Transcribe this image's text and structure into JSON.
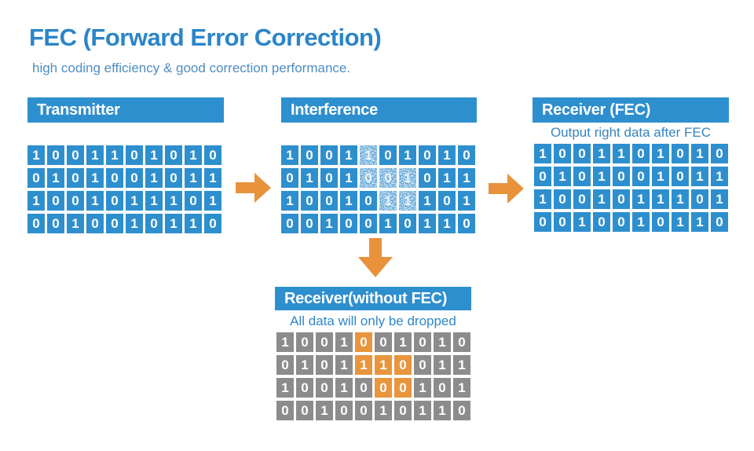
{
  "page": {
    "title": "FEC (Forward Error Correction)",
    "subtitle": "high coding efficiency & good correction performance."
  },
  "colors": {
    "blue": "#2e8fce",
    "title_blue": "#2a85c8",
    "subtitle_blue": "#4e8ec3",
    "gray": "#8c8c8c",
    "orange": "#e8923c",
    "white": "#ffffff"
  },
  "icons": {
    "arrow_right_1": "arrow-right-icon",
    "arrow_right_2": "arrow-right-icon",
    "arrow_down": "arrow-down-icon",
    "noise": "noise-texture"
  },
  "panels": {
    "transmitter": {
      "header": "Transmitter",
      "rows": [
        "1001101010",
        "0101001011",
        "1001011101",
        "0010010110"
      ]
    },
    "interference": {
      "header": "Interference",
      "rows": [
        "1001101010",
        "0101001011",
        "1001011101",
        "0010010110"
      ],
      "noisy_cells": [
        [
          0,
          4
        ],
        [
          1,
          4
        ],
        [
          1,
          5
        ],
        [
          1,
          6
        ],
        [
          2,
          5
        ],
        [
          2,
          6
        ]
      ]
    },
    "receiver_fec": {
      "header": "Receiver (FEC)",
      "subtitle": "Output right data after FEC",
      "rows": [
        "1001101010",
        "0101001011",
        "1001011101",
        "0010010110"
      ]
    },
    "receiver_without_fec": {
      "header": "Receiver(without FEC)",
      "subtitle": "All data will only be dropped",
      "rows": [
        "1001001010",
        "0101110011",
        "1001000101",
        "0010010110"
      ],
      "error_cells": [
        [
          0,
          4
        ],
        [
          1,
          4
        ],
        [
          1,
          5
        ],
        [
          1,
          6
        ],
        [
          2,
          5
        ],
        [
          2,
          6
        ]
      ]
    }
  }
}
